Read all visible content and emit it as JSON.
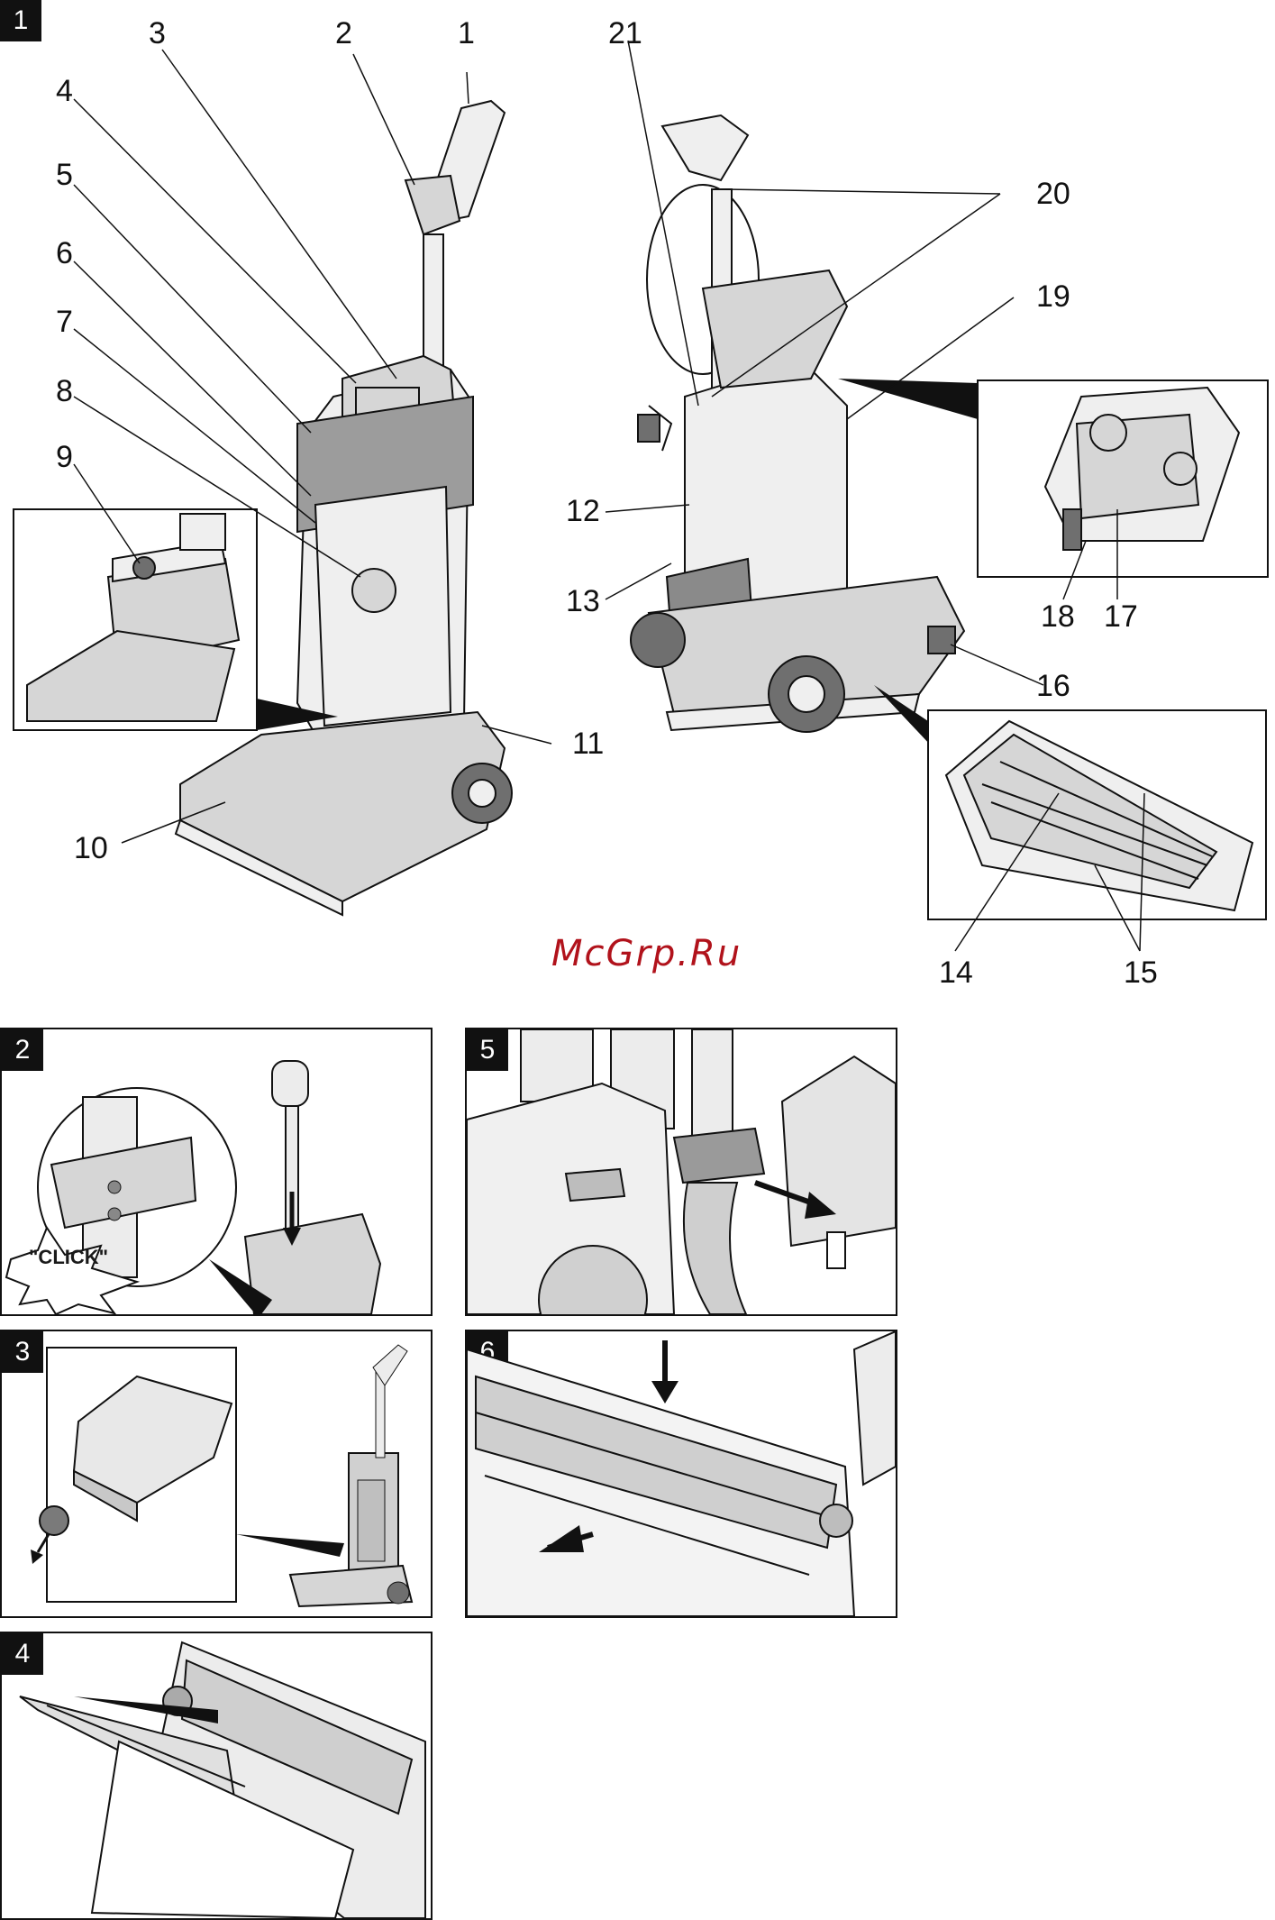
{
  "figure1": {
    "badge": "1",
    "callouts": [
      "1",
      "2",
      "3",
      "4",
      "5",
      "6",
      "7",
      "8",
      "9",
      "10",
      "11",
      "12",
      "13",
      "14",
      "15",
      "16",
      "17",
      "18",
      "19",
      "20",
      "21"
    ]
  },
  "watermark": "McGrp.Ru",
  "panels": {
    "p2": {
      "badge": "2",
      "click_text": "\"CLICK\""
    },
    "p3": {
      "badge": "3"
    },
    "p4": {
      "badge": "4"
    },
    "p5": {
      "badge": "5"
    },
    "p6": {
      "badge": "6"
    }
  }
}
